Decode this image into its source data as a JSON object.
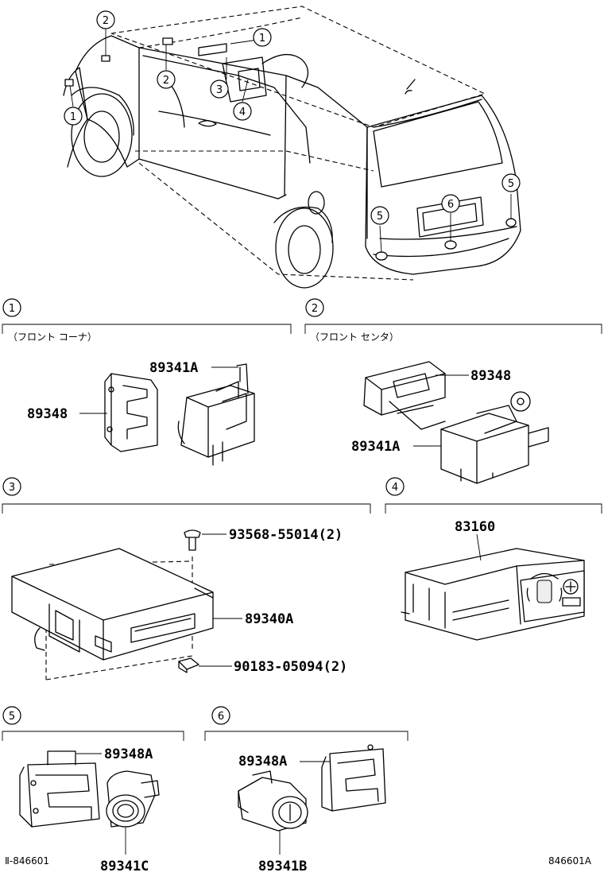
{
  "callouts": {
    "c1": "1",
    "c2": "2",
    "c3": "3",
    "c4": "4",
    "c5": "5",
    "c6": "6"
  },
  "sections": {
    "s1": {
      "num": "1",
      "subtitle": "（フロント コーナ）"
    },
    "s2": {
      "num": "2",
      "subtitle": "（フロント センタ）"
    },
    "s3": {
      "num": "3"
    },
    "s4": {
      "num": "4"
    },
    "s5": {
      "num": "5"
    },
    "s6": {
      "num": "6"
    }
  },
  "parts": {
    "p89341A_a": "89341A",
    "p89348_a": "89348",
    "p89348_b": "89348",
    "p89341A_b": "89341A",
    "p93568": "93568-55014(2)",
    "p89340A": "89340A",
    "p90183": "90183-05094(2)",
    "p83160": "83160",
    "p89348A_a": "89348A",
    "p89341C": "89341C",
    "p89348A_b": "89348A",
    "p89341B": "89341B"
  },
  "footer": {
    "left": "Ⅱ-846601",
    "right": "846601A"
  }
}
